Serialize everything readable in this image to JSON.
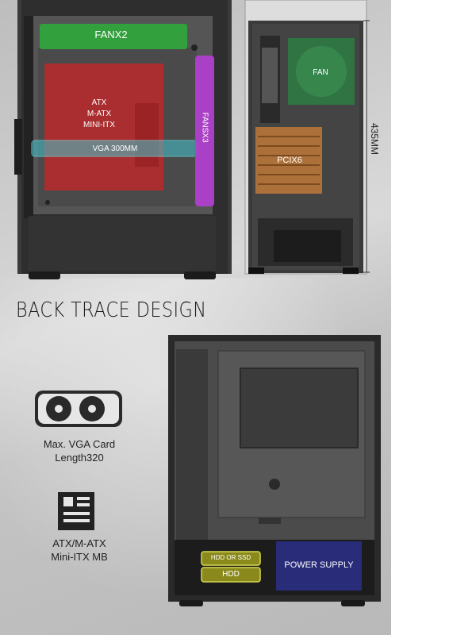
{
  "front_view": {
    "fan_top": "FANX2",
    "motherboard_lines": [
      "ATX",
      "M-ATX",
      "MINI-ITX"
    ],
    "vga": "VGA 300MM",
    "fan_side": "FANSX3"
  },
  "side_view": {
    "fan": "FAN",
    "pci": "PCIX6",
    "height": "435MM"
  },
  "section_title": "BACK TRACE DESIGN",
  "features": [
    {
      "icon": "graphics-card-icon",
      "lines": [
        "Max. VGA Card",
        "Length320"
      ]
    },
    {
      "icon": "motherboard-icon",
      "lines": [
        "ATX/M-ATX",
        "Mini-ITX  MB"
      ]
    }
  ],
  "back_view": {
    "hdd_ssd": "HDD OR SSD",
    "hdd": "HDD",
    "power_supply": "POWER SUPPLY"
  },
  "colors": {
    "fan_green": "#2fa83a",
    "mb_red": "#c0282a",
    "vga_cyan": "#43c7d0",
    "fan_purple": "#b23fcf",
    "pci_copper": "#b8773a",
    "psu_blue": "#2b2f8a",
    "hdd_olive": "#8a8a1c"
  }
}
